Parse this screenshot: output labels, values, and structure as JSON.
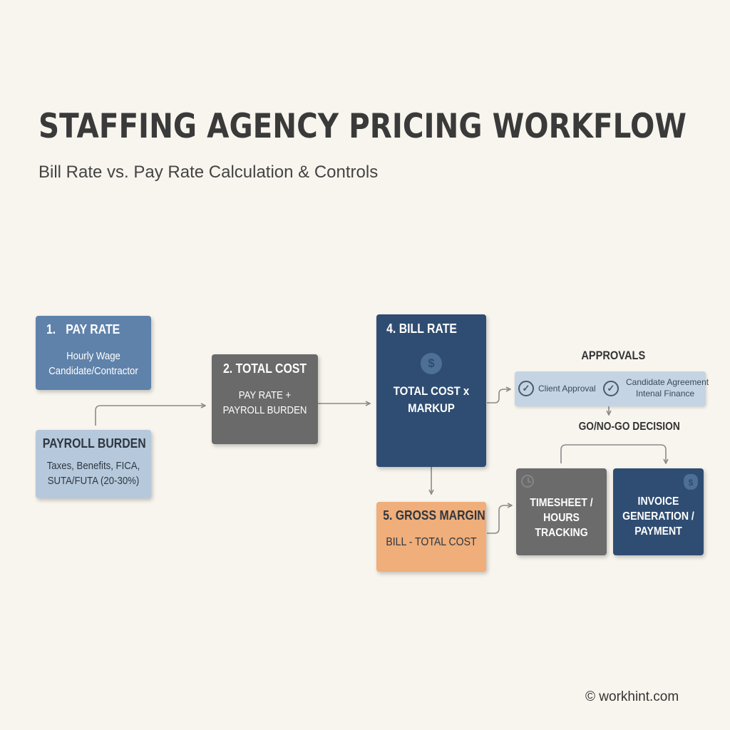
{
  "header": {
    "title": "STAFFING AGENCY PRICING WORKFLOW",
    "subtitle": "Bill Rate vs. Pay Rate Calculation & Controls"
  },
  "nodes": {
    "pay_rate": {
      "number": "1.",
      "title": "PAY RATE",
      "line1": "Hourly Wage",
      "line2": "Candidate/Contractor"
    },
    "payroll_burden": {
      "title": "PAYROLL BURDEN",
      "line1": "Taxes, Benefits, FICA,",
      "line2": "SUTA/FUTA (20-30%)"
    },
    "total_cost": {
      "title": "2. TOTAL COST",
      "line1": "PAY RATE +",
      "line2": "PAYROLL BURDEN"
    },
    "bill_rate": {
      "title": "4. BILL RATE",
      "icon": "$",
      "line1": "TOTAL COST x",
      "line2": "MARKUP"
    },
    "gross_margin": {
      "title": "5. GROSS MARGIN",
      "line1": "BILL - TOTAL COST"
    },
    "timesheet": {
      "line1": "TIMESHEET /",
      "line2": "HOURS TRACKING"
    },
    "invoice": {
      "icon": "$",
      "line1": "INVOICE",
      "line2": "GENERATION /",
      "line3": "PAYMENT"
    }
  },
  "approvals": {
    "label": "APPROVALS",
    "client": "Client Approval",
    "candidate": "Candidate Agreement",
    "finance": "Intenal Finance",
    "check_glyph": "✓"
  },
  "decision": {
    "label": "GO/NO-GO DECISION"
  },
  "footer": {
    "copyright": "© workhint.com"
  },
  "colors": {
    "background": "#f8f5ee",
    "blue_mid": "#5f82aa",
    "blue_light": "#b6c9dc",
    "navy": "#2f4d72",
    "gray": "#6a6a6a",
    "orange": "#efae7a",
    "connector": "#8a8a8a"
  },
  "icons": [
    "dollar-icon",
    "check-circle-icon",
    "clock-icon",
    "money-bag-icon"
  ]
}
